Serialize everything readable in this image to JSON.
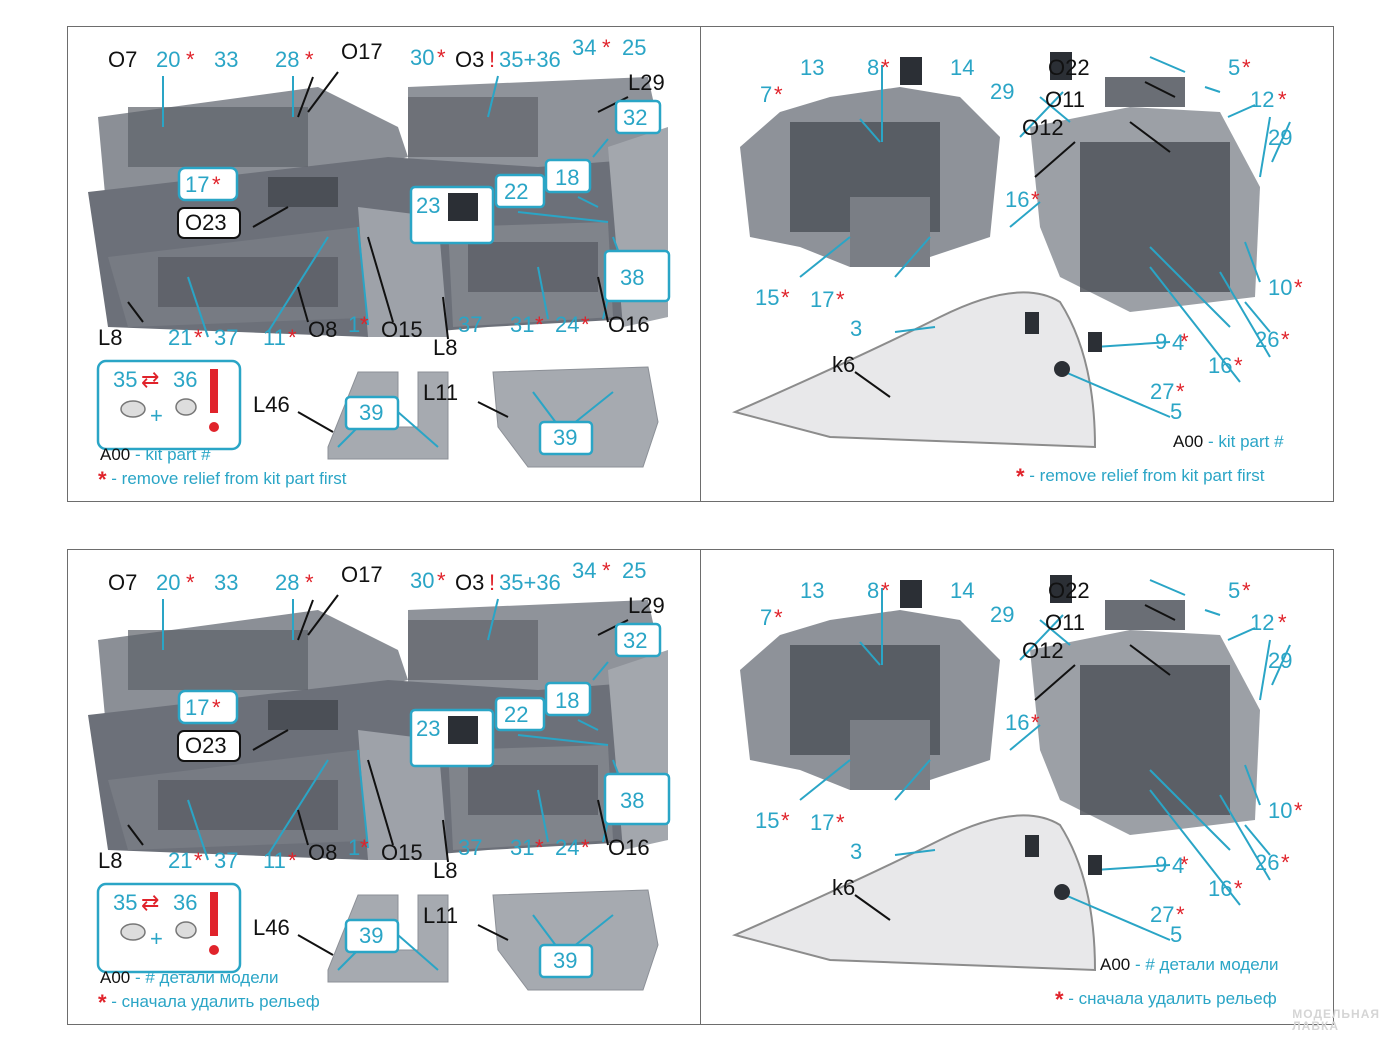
{
  "sets": [
    {
      "left_labels": {
        "o7": "O7",
        "p20": "20",
        "p33": "33",
        "p28": "28",
        "o17": "O17",
        "p30": "30",
        "o3": "O3",
        "p35_36": "35+36",
        "p34": "34",
        "p25": "25",
        "l29": "L29",
        "p32": "32",
        "p18": "18",
        "p17": "17",
        "o23": "O23",
        "p23": "23",
        "p22": "22",
        "p38": "38",
        "l8a": "L8",
        "p21": "21",
        "p37a": "37",
        "p11": "11",
        "o8": "O8",
        "p1": "1",
        "o15": "O15",
        "l8b": "L8",
        "p37b": "37",
        "p31": "31",
        "p24": "24",
        "o16": "O16",
        "l46": "L46",
        "l11": "L11",
        "p39a": "39",
        "p39b": "39",
        "sw35": "35",
        "sw36": "36"
      },
      "right_labels": {
        "p13": "13",
        "p8": "8",
        "p14": "14",
        "o22": "O22",
        "p5a": "5",
        "p7": "7",
        "p29a": "29",
        "o11": "O11",
        "p12": "12",
        "o12": "O12",
        "p29b": "29",
        "p16a": "16",
        "p15": "15",
        "p17": "17",
        "p10": "10",
        "p9": "9",
        "p26": "26",
        "p16b": "16",
        "p27": "27",
        "p3": "3",
        "p4": "4",
        "k6": "k6",
        "p5b": "5"
      },
      "legend_left": {
        "kit_code": "A00",
        "kit_text": " - kit part #",
        "relief_text": " - remove relief from kit part first"
      },
      "legend_right": {
        "kit_code": "A00",
        "kit_text": " - kit part #",
        "relief_text": " - remove relief from kit part first"
      }
    },
    {
      "left_labels": {
        "o7": "O7",
        "p20": "20",
        "p33": "33",
        "p28": "28",
        "o17": "O17",
        "p30": "30",
        "o3": "O3",
        "p35_36": "35+36",
        "p34": "34",
        "p25": "25",
        "l29": "L29",
        "p32": "32",
        "p18": "18",
        "p17": "17",
        "o23": "O23",
        "p23": "23",
        "p22": "22",
        "p38": "38",
        "l8a": "L8",
        "p21": "21",
        "p37a": "37",
        "p11": "11",
        "o8": "O8",
        "p1": "1",
        "o15": "O15",
        "l8b": "L8",
        "p37b": "37",
        "p31": "31",
        "p24": "24",
        "o16": "O16",
        "l46": "L46",
        "l11": "L11",
        "p39a": "39",
        "p39b": "39",
        "sw35": "35",
        "sw36": "36"
      },
      "right_labels": {
        "p13": "13",
        "p8": "8",
        "p14": "14",
        "o22": "O22",
        "p5a": "5",
        "p7": "7",
        "p29a": "29",
        "o11": "O11",
        "p12": "12",
        "o12": "O12",
        "p29b": "29",
        "p16a": "16",
        "p15": "15",
        "p17": "17",
        "p10": "10",
        "p9": "9",
        "p26": "26",
        "p16b": "16",
        "p27": "27",
        "p3": "3",
        "p4": "4",
        "k6": "k6",
        "p5b": "5"
      },
      "legend_left": {
        "kit_code": "A00",
        "kit_text": " - # детали модели",
        "relief_text": " - сначала удалить рельеф"
      },
      "legend_right": {
        "kit_code": "A00",
        "kit_text": " - # детали модели",
        "relief_text": " - сначала удалить рельеф"
      }
    }
  ],
  "symbols": {
    "asterisk": "*",
    "exclamation": "!",
    "plus": "+",
    "swap": "⇄"
  },
  "watermark": {
    "line1": "МОДЕЛЬНАЯ",
    "line2": "ЛАВКА"
  },
  "colors": {
    "label_blue": "#2aa5c6",
    "mark_red": "#e0232b",
    "panel_gray": "#8c9097",
    "part_gray": "#a6aab0"
  }
}
